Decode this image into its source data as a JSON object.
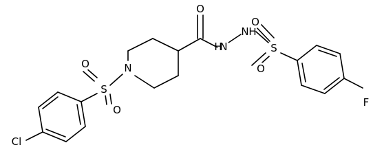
{
  "molecule": {
    "atoms": {
      "O_carbonyl": "O",
      "N_hydrazide_1": "N",
      "H_hydrazide_1": "H",
      "N_hydrazide_2": "N",
      "H_hydrazide_2": "H",
      "S_right": "S",
      "O_right_top": "O",
      "O_right_bottom": "O",
      "F": "F",
      "N_piperidine": "N",
      "S_left": "S",
      "O_left_top": "O",
      "O_left_bottom": "O",
      "Cl": "Cl"
    }
  },
  "colors": {
    "bond": "#000000",
    "text": "#000000",
    "background": "#ffffff"
  }
}
